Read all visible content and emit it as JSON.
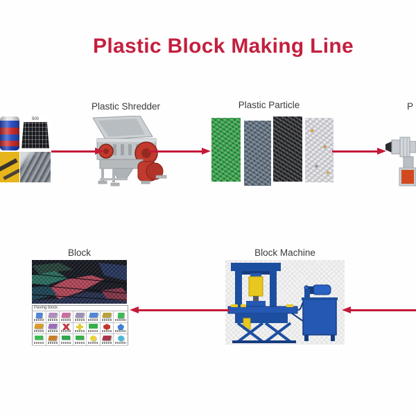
{
  "title": "Plastic Block Making Line",
  "colors": {
    "title_red": "#c41f3e",
    "arrow_red": "#c41a38",
    "label_gray": "#3a3a3a"
  },
  "top_row": {
    "crate_text": "500",
    "shredder_label": "Plastic Shredder",
    "particle_label": "Plastic Particle",
    "next_step_label_partial": "P"
  },
  "bottom_row": {
    "block_label": "Block",
    "machine_label": "Block Machine",
    "catalog_header": "Paving block"
  },
  "particles": {
    "strips": [
      {
        "name": "green-flakes",
        "color": "#2e9e42"
      },
      {
        "name": "blue-gray-flakes",
        "color": "#5c6c7c"
      },
      {
        "name": "black-flakes",
        "color": "#232428"
      },
      {
        "name": "white-flakes",
        "color": "#e9e9ec"
      }
    ]
  },
  "catalog": {
    "rows": [
      [
        {
          "shape": "square",
          "color": "#4f86d8"
        },
        {
          "shape": "brick",
          "color": "#b08cc0"
        },
        {
          "shape": "brick",
          "color": "#cc6f9e"
        },
        {
          "shape": "brick",
          "color": "#9b93b5"
        },
        {
          "shape": "brick",
          "color": "#4f86d8"
        },
        {
          "shape": "brick",
          "color": "#b8a23a"
        },
        {
          "shape": "square",
          "color": "#3dbb54"
        }
      ],
      [
        {
          "shape": "brick",
          "color": "#d89a2b"
        },
        {
          "shape": "brick",
          "color": "#9a6fb8"
        },
        {
          "shape": "xblock",
          "color": "#c23b4a"
        },
        {
          "shape": "flower",
          "color": "#e0cc2e"
        },
        {
          "shape": "twin-circle",
          "color": "#35b04a"
        },
        {
          "shape": "hexagon",
          "color": "#c0392b"
        },
        {
          "shape": "pentagon",
          "color": "#3f7fd4"
        }
      ],
      [
        {
          "shape": "rect",
          "color": "#3dbb54"
        },
        {
          "shape": "brick",
          "color": "#c87f2a"
        },
        {
          "shape": "rect",
          "color": "#2fa84a"
        },
        {
          "shape": "rect",
          "color": "#35b04a"
        },
        {
          "shape": "circle",
          "color": "#e8d23a"
        },
        {
          "shape": "brick",
          "color": "#a8374a"
        },
        {
          "shape": "circle",
          "color": "#4ab8d8"
        }
      ]
    ]
  }
}
